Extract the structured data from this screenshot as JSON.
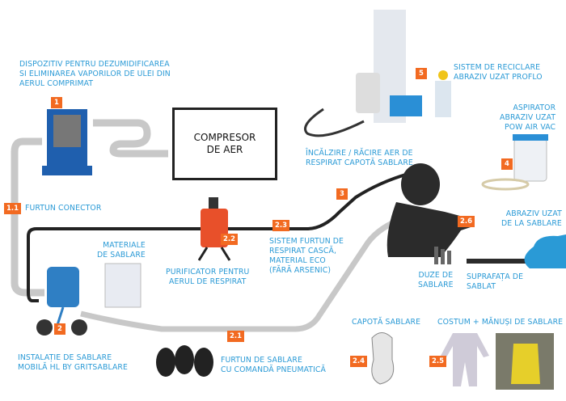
{
  "compressor": {
    "label": "COMPRESOR\nDE AER"
  },
  "items": {
    "dehumidifier": {
      "badge": "1",
      "label": "DISPOZITIV PENTRU DEZUMIDIFICAREA\nSI ELIMINAREA VAPORILOR DE ULEI DIN\nAERUL COMPRIMAT"
    },
    "connector_hose": {
      "badge": "1.1",
      "label": "FURTUN CONECTOR"
    },
    "blast_machine": {
      "badge": "2",
      "label": "INSTALAȚIE DE SABLARE\nMOBILĂ HL BY GRITSABLARE"
    },
    "blast_hose": {
      "badge": "2.1",
      "label": "FURTUN DE SABLARE\nCU COMANDĂ PNEUMATICĂ"
    },
    "air_purifier": {
      "badge": "2.2",
      "label": "PURIFICATOR PENTRU\nAERUL DE RESPIRAT"
    },
    "breathing_hose": {
      "badge": "2.3",
      "label": "SISTEM FURTUN DE\nRESPIRAT CASCĂ,\nMATERIAL ECO\n(FĂRĂ ARSENIC)"
    },
    "hood": {
      "badge": "2.4",
      "label": "CAPOTĂ SABLARE"
    },
    "suit": {
      "badge": "2.5",
      "label": "COSTUM + MĂNUȘI DE SABLARE"
    },
    "nozzles": {
      "badge": "2.6",
      "label": "DUZE DE\nSABLARE"
    },
    "heating": {
      "badge": "3",
      "label": "ÎNCĂLZIRE / RĂCIRE AER DE\nRESPIRAT CAPOTĂ SABLARE"
    },
    "vacuum": {
      "badge": "4",
      "label": "ASPIRATOR\nABRAZIV UZAT\nPOW AIR VAC"
    },
    "recycling": {
      "badge": "5",
      "label": "SISTEM DE RECICLARE\nABRAZIV UZAT PROFLO"
    },
    "materials": {
      "label": "MATERIALE\nDE SABLARE"
    },
    "spent_abrasive": {
      "label": "ABRAZIV UZAT\nDE LA SABLARE"
    },
    "surface": {
      "label": "SUPRAFAȚA DE\nSABLAT"
    }
  },
  "colors": {
    "label": "#2a9ad6",
    "badge": "#f26a21",
    "machine_blue": "#1f5fae",
    "hose_grey": "#c8c8c8"
  }
}
